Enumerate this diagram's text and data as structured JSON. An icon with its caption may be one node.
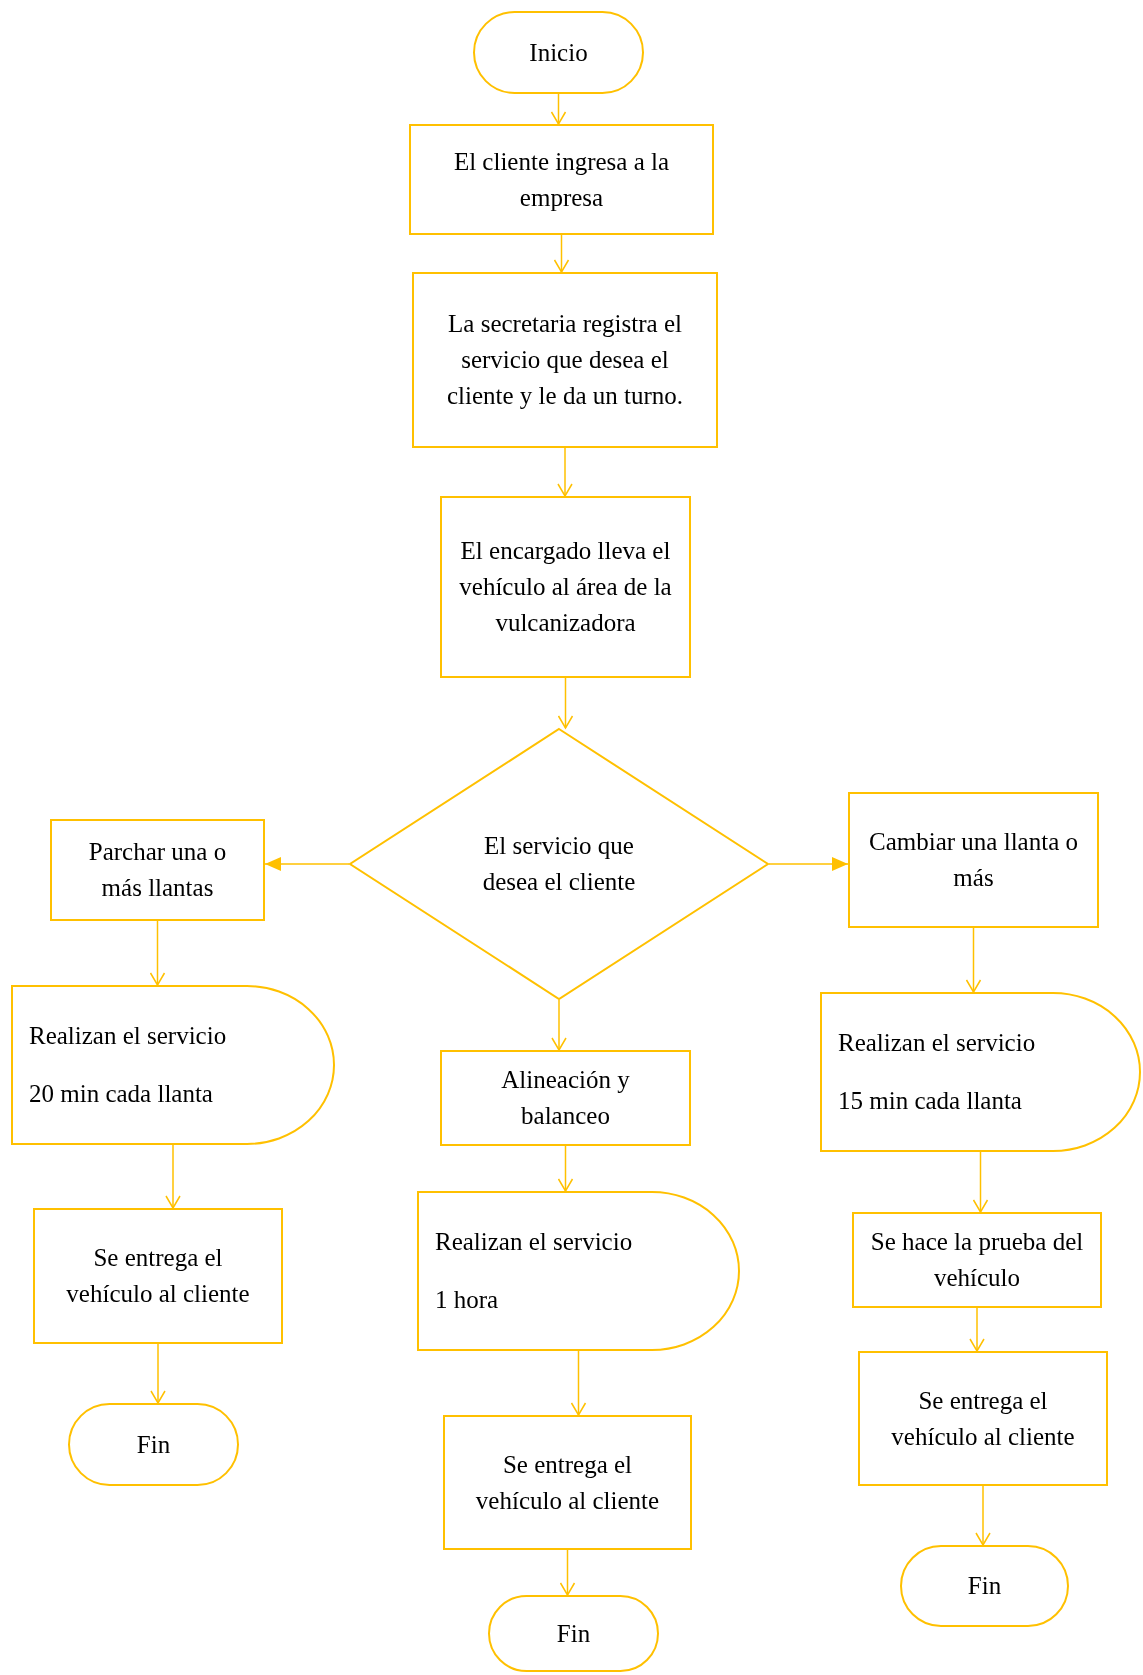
{
  "diagram": {
    "nodes": [
      {
        "text": [
          "Inicio"
        ]
      },
      {
        "text": [
          "El cliente ingresa a la empresa"
        ]
      },
      {
        "text": [
          "La secretaria registra el servicio que desea el cliente y le da un turno."
        ]
      },
      {
        "text": [
          "El encargado lleva el vehículo al área de la vulcanizadora"
        ]
      },
      {
        "text": [
          "El servicio que desea el cliente"
        ]
      },
      {
        "text": [
          "Parchar una o más llantas"
        ]
      },
      {
        "text": [
          "Cambiar una llanta o más"
        ]
      },
      {
        "text": [
          "Realizan el servicio",
          "20 min cada llanta"
        ]
      },
      {
        "text": [
          "Alineación y balanceo"
        ]
      },
      {
        "text": [
          "Realizan el servicio",
          "15 min cada llanta"
        ]
      },
      {
        "text": [
          "Se entrega el vehículo al cliente"
        ]
      },
      {
        "text": [
          "Realizan el servicio",
          "1 hora"
        ]
      },
      {
        "text": [
          "Se hace la prueba del vehículo"
        ]
      },
      {
        "text": [
          "Fin"
        ]
      },
      {
        "text": [
          "Se entrega el vehículo al cliente"
        ]
      },
      {
        "text": [
          "Se entrega el vehículo al cliente"
        ]
      },
      {
        "text": [
          "Fin"
        ]
      },
      {
        "text": [
          "Fin"
        ]
      }
    ],
    "edges": [
      {
        "from": 0,
        "to": 1,
        "arrow": "to"
      },
      {
        "from": 1,
        "to": 2,
        "arrow": "to"
      },
      {
        "from": 2,
        "to": 3,
        "arrow": "to"
      },
      {
        "from": 3,
        "to": 4,
        "arrow": "to"
      },
      {
        "from": 4,
        "to": 5,
        "arrow": "to"
      },
      {
        "from": 4,
        "to": 6,
        "arrow": "to"
      },
      {
        "from": 4,
        "to": 8,
        "arrow": "to"
      },
      {
        "from": 5,
        "to": 7,
        "arrow": "to"
      },
      {
        "from": 7,
        "to": 10,
        "arrow": "to"
      },
      {
        "from": 10,
        "to": 13,
        "arrow": "to"
      },
      {
        "from": 8,
        "to": 11,
        "arrow": "to"
      },
      {
        "from": 11,
        "to": 14,
        "arrow": "to"
      },
      {
        "from": 14,
        "to": 16,
        "arrow": "to"
      },
      {
        "from": 6,
        "to": 9,
        "arrow": "to"
      },
      {
        "from": 9,
        "to": 12,
        "arrow": "to"
      },
      {
        "from": 12,
        "to": 15,
        "arrow": "to"
      },
      {
        "from": 15,
        "to": 17,
        "arrow": "to"
      }
    ]
  }
}
